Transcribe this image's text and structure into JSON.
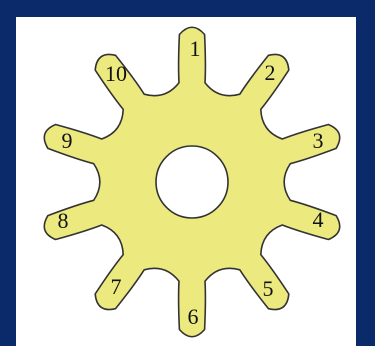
{
  "colors": {
    "background": "#0b2a6a",
    "panel": "#ffffff",
    "gear_fill": "#ecea7f",
    "gear_stroke": "#333333",
    "hole_fill": "#ffffff"
  },
  "gear": {
    "teeth": 10,
    "labels": [
      "1",
      "2",
      "3",
      "4",
      "5",
      "6",
      "7",
      "8",
      "9",
      "10"
    ]
  }
}
